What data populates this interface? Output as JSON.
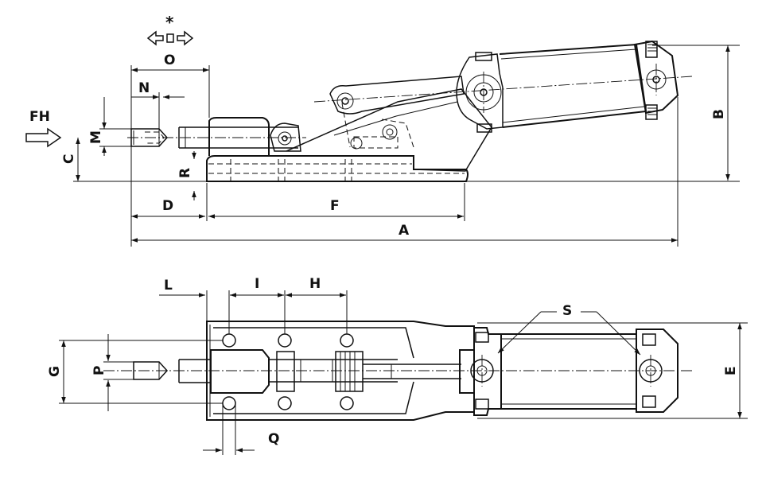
{
  "labels": {
    "star": "*",
    "O": "O",
    "N": "N",
    "FH": "FH",
    "M": "M",
    "C": "C",
    "R": "R",
    "D": "D",
    "F": "F",
    "A": "A",
    "B": "B",
    "L": "L",
    "I": "I",
    "H": "H",
    "S": "S",
    "G": "G",
    "P": "P",
    "E": "E",
    "Q": "Q"
  }
}
